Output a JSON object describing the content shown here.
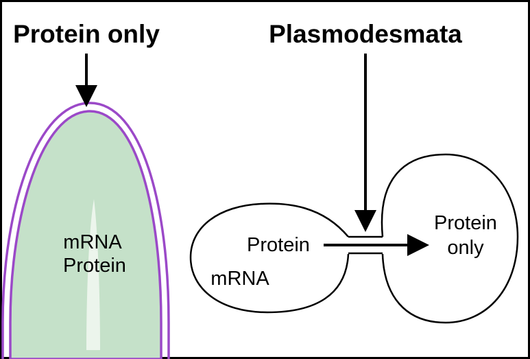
{
  "labels": {
    "left_title": "Protein only",
    "right_title": "Plasmodesmata",
    "meristem_mrna": "mRNA",
    "meristem_protein": "Protein",
    "cell_a_protein": "Protein",
    "cell_a_mrna": "mRNA",
    "cell_b_line1": "Protein",
    "cell_b_line2": "only"
  },
  "colors": {
    "border": "#000000",
    "meristem_fill": "#c5e1c9",
    "meristem_outline": "#9b49c8",
    "streak": "#ecf5ec"
  }
}
